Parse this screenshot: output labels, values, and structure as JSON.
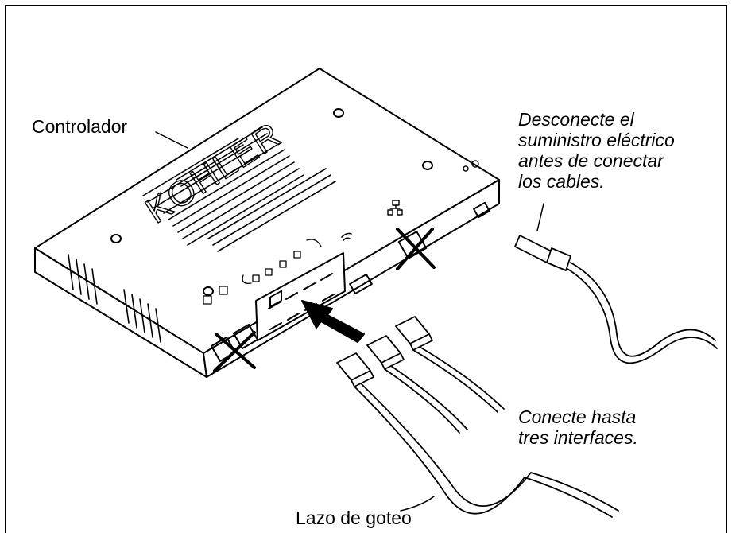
{
  "labels": {
    "controller": "Controlador",
    "disconnect_lines": [
      "Desconecte el",
      "suministro eléctrico",
      "antes de conectar",
      "los cables."
    ],
    "connect_lines": [
      "Conecte hasta",
      "tres interfaces."
    ],
    "drip_loop": "Lazo de goteo"
  },
  "device": {
    "brand": "KOHLER"
  },
  "colors": {
    "line": "#000000",
    "background": "#ffffff"
  },
  "icons": [
    "network-icon",
    "wifi-icon",
    "power-icon",
    "x-mark-icon",
    "arrow-icon"
  ]
}
